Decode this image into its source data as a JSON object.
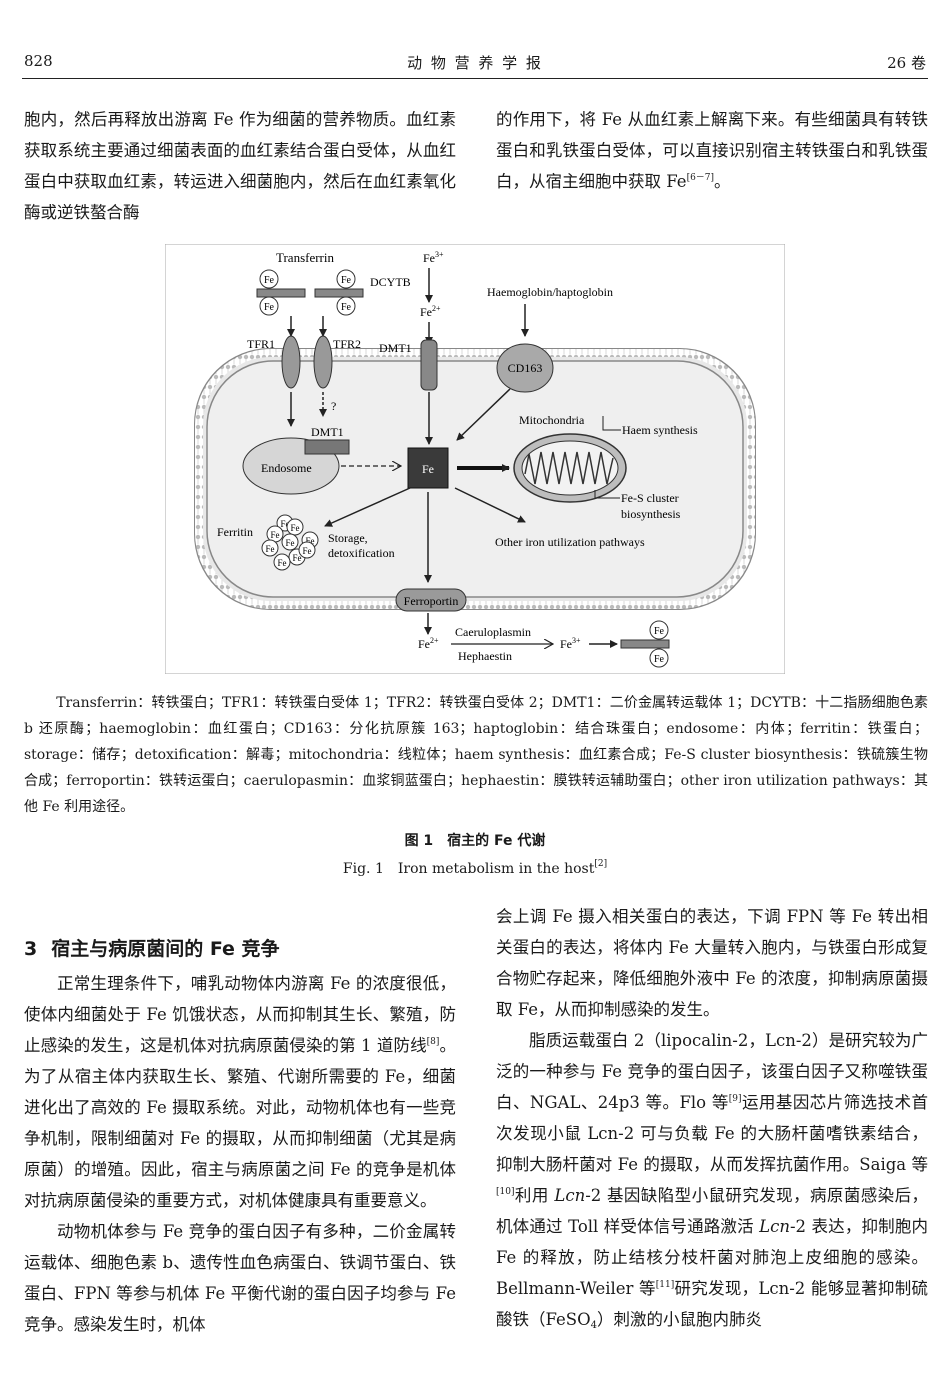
{
  "header": {
    "page": "828",
    "journal": "动 物 营 养 学 报",
    "volume": "26 卷"
  },
  "top_left": {
    "text": "胞内，然后再释放出游离 Fe 作为细菌的营养物质。血红素获取系统主要通过细菌表面的血红素结合蛋白受体，从血红蛋白中获取血红素，转运进入细菌胞内，然后在血红素氧化酶或逆铁螯合酶"
  },
  "top_right": {
    "text": "的作用下，将 Fe 从血红素上解离下来。有些细菌具有转铁蛋白和乳铁蛋白受体，可以直接识别宿主转铁蛋白和乳铁蛋白，从宿主细胞中获取 Fe",
    "ref": "[6－7]",
    "end": "。"
  },
  "figure": {
    "labels": {
      "transferrin": "Transferrin",
      "fe": "Fe",
      "fe3": "Fe",
      "fe3_sup": "3+",
      "fe2": "Fe",
      "fe2_sup": "2+",
      "dcytb": "DCYTB",
      "haemoglobin": "Haemoglobin/haptoglobin",
      "tfr1": "TFR1",
      "tfr2": "TFR2",
      "dmt1": "DMT1",
      "cd163": "CD163",
      "question": "?",
      "dmt1_inner": "DMT1",
      "endosome": "Endosome",
      "mitochondria": "Mitochondria",
      "haem_synthesis": "Haem synthesis",
      "fes_cluster": "Fe-S cluster",
      "biosynthesis": "biosynthesis",
      "ferritin": "Ferritin",
      "storage": "Storage,",
      "detox": "detoxification",
      "other_pathways": "Other iron utilization pathways",
      "ferroportin": "Ferroportin",
      "caeruloplasmin": "Caeruloplasmin",
      "hephaestin": "Hephaestin"
    }
  },
  "legend": "Transferrin：转铁蛋白；TFR1：转铁蛋白受体 1；TFR2：转铁蛋白受体 2；DMT1：二价金属转运载体 1；DCYTB：十二指肠细胞色素 b 还原酶；haemoglobin：血红蛋白；CD163：分化抗原簇 163；haptoglobin：结合珠蛋白；endosome：内体；ferritin：铁蛋白；storage：储存；detoxification：解毒；mitochondria：线粒体；haem synthesis：血红素合成；Fe-S cluster biosynthesis：铁硫簇生物合成；ferroportin：铁转运蛋白；caerulopasmin：血浆铜蓝蛋白；hephaestin：膜铁转运辅助蛋白；other iron utilization pathways：其他 Fe 利用途径。",
  "caption": {
    "cn": "图 1　宿主的 Fe 代谢",
    "en": "Fig. 1　Iron metabolism in the host",
    "en_ref": "[2]"
  },
  "section": {
    "number": "3",
    "title": "宿主与病原菌间的 Fe 竞争"
  },
  "left_bottom": {
    "p1a": "正常生理条件下，哺乳动物体内游离 Fe 的浓度很低，使体内细菌处于 Fe 饥饿状态，从而抑制其生长、繁殖，防止感染的发生，这是机体对抗病原菌侵染的第 1 道防线",
    "p1_ref": "[8]",
    "p1b": "。为了从宿主体内获取生长、繁殖、代谢所需要的 Fe，细菌进化出了高效的 Fe 摄取系统。对此，动物机体也有一些竞争机制，限制细菌对 Fe 的摄取，从而抑制细菌（尤其是病原菌）的增殖。因此，宿主与病原菌之间 Fe 的竞争是机体对抗病原菌侵染的重要方式，对机体健康具有重要意义。",
    "p2": "动物机体参与 Fe 竞争的蛋白因子有多种，二价金属转运载体、细胞色素 b、遗传性血色病蛋白、铁调节蛋白、铁蛋白、FPN 等参与机体 Fe 平衡代谢的蛋白因子均参与 Fe 竞争。感染发生时，机体"
  },
  "right_bottom": {
    "p1": "会上调 Fe 摄入相关蛋白的表达，下调 FPN 等 Fe 转出相关蛋白的表达，将体内 Fe 大量转入胞内，与铁蛋白形成复合物贮存起来，降低细胞外液中 Fe 的浓度，抑制病原菌摄取 Fe，从而抑制感染的发生。",
    "p2a": "脂质运载蛋白 2（lipocalin-2，Lcn-2）是研究较为广泛的一种参与 Fe 竞争的蛋白因子，该蛋白因子又称噬铁蛋白、NGAL、24p3 等。Flo 等",
    "ref9": "[9]",
    "p2b": "运用基因芯片筛选技术首次发现小鼠 Lcn-2 可与负载 Fe 的大肠杆菌嗜铁素结合，抑制大肠杆菌对 Fe 的摄取，从而发挥抗菌作用。Saiga 等",
    "ref10": "[10]",
    "p2c": "利用 ",
    "lcn2_a": "Lcn",
    "lcn2_a2": "-2",
    "p2d": " 基因缺陷型小鼠研究发现，病原菌感染后，机体通过 Toll 样受体信号通路激活 ",
    "lcn2_b": "Lcn",
    "lcn2_b2": "-2",
    "p2e": " 表达，抑制胞内 Fe 的释放，防止结核分枝杆菌对肺泡上皮细胞的感染。Bellmann-Weiler 等",
    "ref11": "[11]",
    "p2f": "研究发现，Lcn-2 能够显著抑制硫酸铁（FeSO",
    "sub4": "4",
    "p2g": "）刺激的小鼠胞内肺炎"
  }
}
